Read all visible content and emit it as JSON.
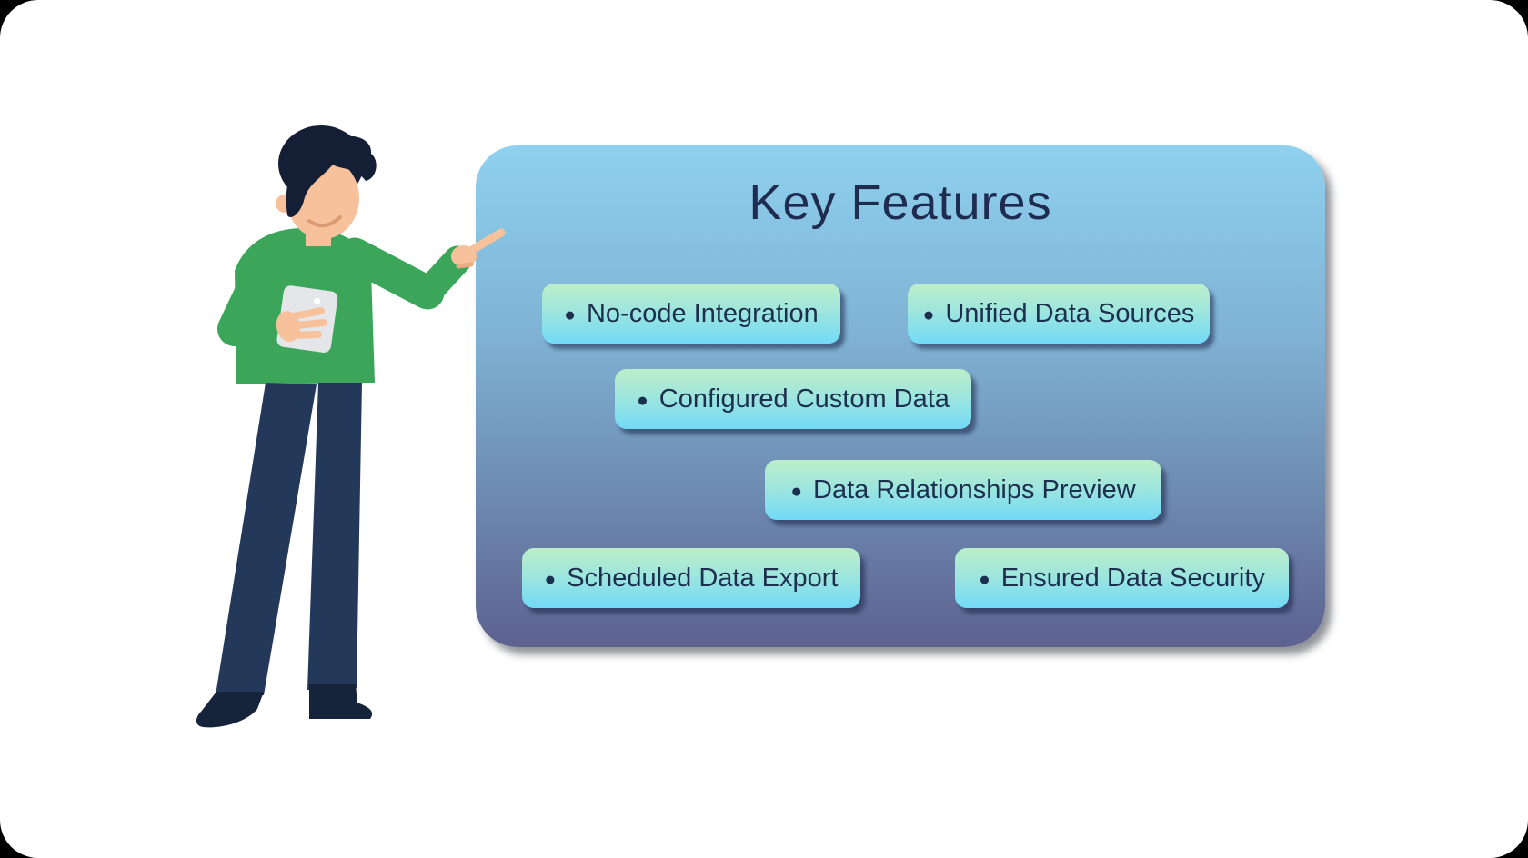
{
  "panel": {
    "title": "Key Features",
    "bullet": "●",
    "features": [
      "No-code Integration",
      "Unified Data Sources",
      "Configured Custom Data",
      "Data Relationships Preview",
      "Scheduled Data Export",
      "Ensured Data Security"
    ],
    "colors": {
      "panel_top": "#8ed1ee",
      "panel_bottom": "#5d6190",
      "pill_top": "#bdeec9",
      "pill_bottom": "#72daf6",
      "text": "#1d2f4e"
    }
  },
  "illustration": {
    "name": "presenter-pointing-with-tablet",
    "colors": {
      "skin": "#f7c19c",
      "hair": "#141e35",
      "sweater": "#3ba65a",
      "pants": "#24395a",
      "shoes": "#15233b",
      "tablet": "#e4e6e9"
    }
  }
}
